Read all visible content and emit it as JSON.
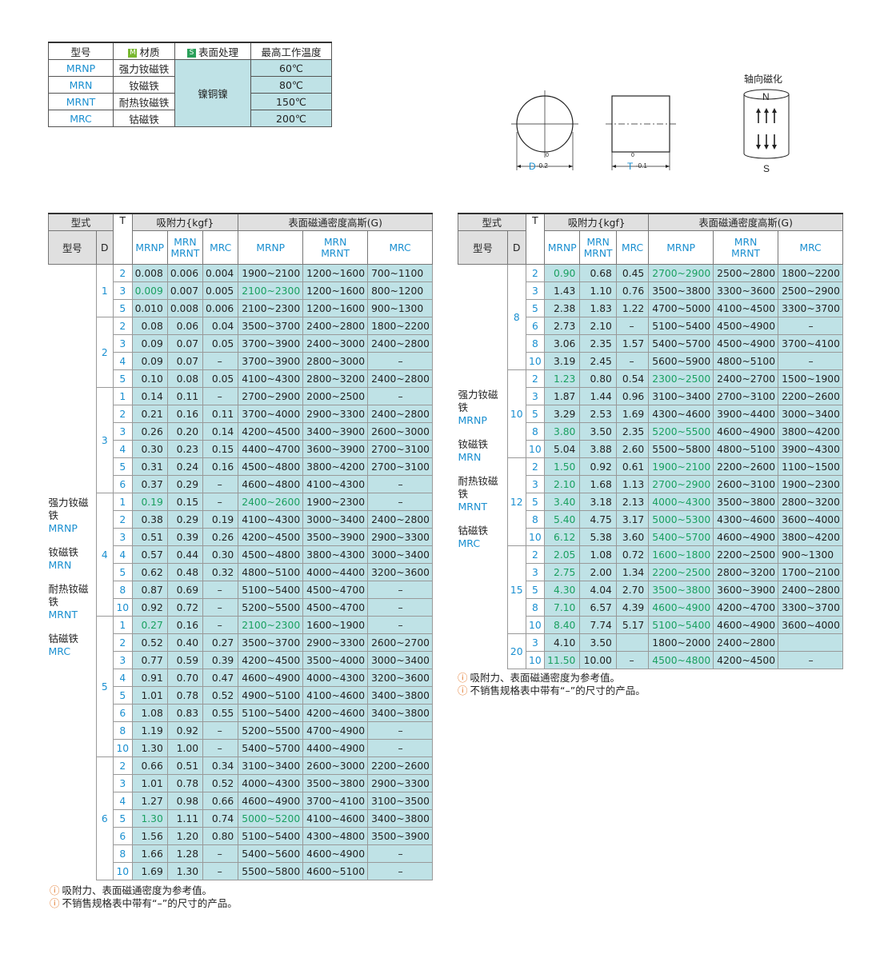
{
  "material_table": {
    "headers": {
      "model": "型号",
      "material_badge": "M",
      "material": "材质",
      "surface_badge": "S",
      "surface": "表面处理",
      "temp": "最高工作温度"
    },
    "rows": [
      {
        "code": "MRNP",
        "material": "强力钕磁铁",
        "temp": "60℃"
      },
      {
        "code": "MRN",
        "material": "钕磁铁",
        "temp": "80℃"
      },
      {
        "code": "MRNT",
        "material": "耐热钕磁铁",
        "temp": "150℃"
      },
      {
        "code": "MRC",
        "material": "钴磁铁",
        "temp": "200℃"
      }
    ],
    "surface_value": "镍铜镍"
  },
  "drawing": {
    "d_label": "D",
    "d_tol_top": "0",
    "d_tol_bottom": "-0.2",
    "t_label": "T",
    "t_tol_top": "0",
    "t_tol_bottom": "-0.1",
    "magnet_title": "轴向磁化",
    "north": "N",
    "south": "S"
  },
  "spec_headers": {
    "type": "型式",
    "model": "型号",
    "d": "D",
    "t": "T",
    "force": "吸附力{kgf}",
    "density": "表面磁通密度高斯(G)",
    "mrnp": "MRNP",
    "mrn": "MRN",
    "mrnt": "MRNT",
    "mrc": "MRC"
  },
  "material_list": [
    {
      "cn": "强力钕磁铁",
      "en": "MRNP"
    },
    {
      "cn": "钕磁铁",
      "en": "MRN"
    },
    {
      "cn": "耐热钕磁铁",
      "en": "MRNT"
    },
    {
      "cn": "钴磁铁",
      "en": "MRC"
    }
  ],
  "left_table": [
    {
      "d": "1",
      "rows": [
        [
          "2",
          "0.008",
          "0.006",
          "0.004",
          "1900~2100",
          "1200~1600",
          "700~1100",
          0
        ],
        [
          "3",
          "0.009",
          "0.007",
          "0.005",
          "2100~2300",
          "1200~1600",
          "800~1200",
          1
        ],
        [
          "5",
          "0.010",
          "0.008",
          "0.006",
          "2100~2300",
          "1200~1600",
          "900~1300",
          0
        ]
      ]
    },
    {
      "d": "2",
      "rows": [
        [
          "2",
          "0.08",
          "0.06",
          "0.04",
          "3500~3700",
          "2400~2800",
          "1800~2200",
          0
        ],
        [
          "3",
          "0.09",
          "0.07",
          "0.05",
          "3700~3900",
          "2400~3000",
          "2400~2800",
          0
        ],
        [
          "4",
          "0.09",
          "0.07",
          "–",
          "3700~3900",
          "2800~3000",
          "–",
          0
        ],
        [
          "5",
          "0.10",
          "0.08",
          "0.05",
          "4100~4300",
          "2800~3200",
          "2400~2800",
          0
        ]
      ]
    },
    {
      "d": "3",
      "rows": [
        [
          "1",
          "0.14",
          "0.11",
          "–",
          "2700~2900",
          "2000~2500",
          "–",
          0
        ],
        [
          "2",
          "0.21",
          "0.16",
          "0.11",
          "3700~4000",
          "2900~3300",
          "2400~2800",
          0
        ],
        [
          "3",
          "0.26",
          "0.20",
          "0.14",
          "4200~4500",
          "3400~3900",
          "2600~3000",
          0
        ],
        [
          "4",
          "0.30",
          "0.23",
          "0.15",
          "4400~4700",
          "3600~3900",
          "2700~3100",
          0
        ],
        [
          "5",
          "0.31",
          "0.24",
          "0.16",
          "4500~4800",
          "3800~4200",
          "2700~3100",
          0
        ],
        [
          "6",
          "0.37",
          "0.29",
          "–",
          "4600~4800",
          "4100~4300",
          "–",
          0
        ]
      ]
    },
    {
      "d": "4",
      "rows": [
        [
          "1",
          "0.19",
          "0.15",
          "–",
          "2400~2600",
          "1900~2300",
          "–",
          1
        ],
        [
          "2",
          "0.38",
          "0.29",
          "0.19",
          "4100~4300",
          "3000~3400",
          "2400~2800",
          0
        ],
        [
          "3",
          "0.51",
          "0.39",
          "0.26",
          "4200~4500",
          "3500~3900",
          "2900~3300",
          0
        ],
        [
          "4",
          "0.57",
          "0.44",
          "0.30",
          "4500~4800",
          "3800~4300",
          "3000~3400",
          0
        ],
        [
          "5",
          "0.62",
          "0.48",
          "0.32",
          "4800~5100",
          "4000~4400",
          "3200~3600",
          0
        ],
        [
          "8",
          "0.87",
          "0.69",
          "–",
          "5100~5400",
          "4500~4700",
          "–",
          0
        ],
        [
          "10",
          "0.92",
          "0.72",
          "–",
          "5200~5500",
          "4500~4700",
          "–",
          0
        ]
      ]
    },
    {
      "d": "5",
      "rows": [
        [
          "1",
          "0.27",
          "0.16",
          "–",
          "2100~2300",
          "1600~1900",
          "–",
          1
        ],
        [
          "2",
          "0.52",
          "0.40",
          "0.27",
          "3500~3700",
          "2900~3300",
          "2600~2700",
          0
        ],
        [
          "3",
          "0.77",
          "0.59",
          "0.39",
          "4200~4500",
          "3500~4000",
          "3000~3400",
          0
        ],
        [
          "4",
          "0.91",
          "0.70",
          "0.47",
          "4600~4900",
          "4000~4300",
          "3200~3600",
          0
        ],
        [
          "5",
          "1.01",
          "0.78",
          "0.52",
          "4900~5100",
          "4100~4600",
          "3400~3800",
          0
        ],
        [
          "6",
          "1.08",
          "0.83",
          "0.55",
          "5100~5400",
          "4200~4600",
          "3400~3800",
          0
        ],
        [
          "8",
          "1.19",
          "0.92",
          "–",
          "5200~5500",
          "4700~4900",
          "–",
          0
        ],
        [
          "10",
          "1.30",
          "1.00",
          "–",
          "5400~5700",
          "4400~4900",
          "–",
          0
        ]
      ]
    },
    {
      "d": "6",
      "rows": [
        [
          "2",
          "0.66",
          "0.51",
          "0.34",
          "3100~3400",
          "2600~3000",
          "2200~2600",
          0
        ],
        [
          "3",
          "1.01",
          "0.78",
          "0.52",
          "4000~4300",
          "3500~3800",
          "2900~3300",
          0
        ],
        [
          "4",
          "1.27",
          "0.98",
          "0.66",
          "4600~4900",
          "3700~4100",
          "3100~3500",
          0
        ],
        [
          "5",
          "1.30",
          "1.11",
          "0.74",
          "5000~5200",
          "4100~4600",
          "3400~3800",
          1
        ],
        [
          "6",
          "1.56",
          "1.20",
          "0.80",
          "5100~5400",
          "4300~4800",
          "3500~3900",
          0
        ],
        [
          "8",
          "1.66",
          "1.28",
          "–",
          "5400~5600",
          "4600~4900",
          "–",
          0
        ],
        [
          "10",
          "1.69",
          "1.30",
          "–",
          "5500~5800",
          "4600~5100",
          "–",
          0
        ]
      ]
    }
  ],
  "right_table": [
    {
      "d": "8",
      "rows": [
        [
          "2",
          "0.90",
          "0.68",
          "0.45",
          "2700~2900",
          "2500~2800",
          "1800~2200",
          1
        ],
        [
          "3",
          "1.43",
          "1.10",
          "0.76",
          "3500~3800",
          "3300~3600",
          "2500~2900",
          0
        ],
        [
          "5",
          "2.38",
          "1.83",
          "1.22",
          "4700~5000",
          "4100~4500",
          "3300~3700",
          0
        ],
        [
          "6",
          "2.73",
          "2.10",
          "–",
          "5100~5400",
          "4500~4900",
          "–",
          0
        ],
        [
          "8",
          "3.06",
          "2.35",
          "1.57",
          "5400~5700",
          "4500~4900",
          "3700~4100",
          0
        ],
        [
          "10",
          "3.19",
          "2.45",
          "–",
          "5600~5900",
          "4800~5100",
          "–",
          0
        ]
      ]
    },
    {
      "d": "10",
      "rows": [
        [
          "2",
          "1.23",
          "0.80",
          "0.54",
          "2300~2500",
          "2400~2700",
          "1500~1900",
          1
        ],
        [
          "3",
          "1.87",
          "1.44",
          "0.96",
          "3100~3400",
          "2700~3100",
          "2200~2600",
          0
        ],
        [
          "5",
          "3.29",
          "2.53",
          "1.69",
          "4300~4600",
          "3900~4400",
          "3000~3400",
          0
        ],
        [
          "8",
          "3.80",
          "3.50",
          "2.35",
          "5200~5500",
          "4600~4900",
          "3800~4200",
          1
        ],
        [
          "10",
          "5.04",
          "3.88",
          "2.60",
          "5500~5800",
          "4800~5100",
          "3900~4300",
          0
        ]
      ]
    },
    {
      "d": "12",
      "rows": [
        [
          "2",
          "1.50",
          "0.92",
          "0.61",
          "1900~2100",
          "2200~2600",
          "1100~1500",
          1
        ],
        [
          "3",
          "2.10",
          "1.68",
          "1.13",
          "2700~2900",
          "2600~3100",
          "1900~2300",
          1
        ],
        [
          "5",
          "3.40",
          "3.18",
          "2.13",
          "4000~4300",
          "3500~3800",
          "2800~3200",
          1
        ],
        [
          "8",
          "5.40",
          "4.75",
          "3.17",
          "5000~5300",
          "4300~4600",
          "3600~4000",
          1
        ],
        [
          "10",
          "6.12",
          "5.38",
          "3.60",
          "5400~5700",
          "4600~4900",
          "3800~4200",
          1
        ]
      ]
    },
    {
      "d": "15",
      "rows": [
        [
          "2",
          "2.05",
          "1.08",
          "0.72",
          "1600~1800",
          "2200~2500",
          "900~1300",
          1
        ],
        [
          "3",
          "2.75",
          "2.00",
          "1.34",
          "2200~2500",
          "2800~3200",
          "1700~2100",
          1
        ],
        [
          "5",
          "4.30",
          "4.04",
          "2.70",
          "3500~3800",
          "3600~3900",
          "2400~2800",
          1
        ],
        [
          "8",
          "7.10",
          "6.57",
          "4.39",
          "4600~4900",
          "4200~4700",
          "3300~3700",
          1
        ],
        [
          "10",
          "8.40",
          "7.74",
          "5.17",
          "5100~5400",
          "4600~4900",
          "3600~4000",
          1
        ]
      ]
    },
    {
      "d": "20",
      "rows": [
        [
          "3",
          "4.10",
          "3.50",
          "",
          "1800~2000",
          "2400~2800",
          "",
          0
        ],
        [
          "10",
          "11.50",
          "10.00",
          "–",
          "4500~4800",
          "4200~4500",
          "–",
          1
        ]
      ]
    }
  ],
  "notes": [
    "吸附力、表面磁通密度为参考值。",
    "不销售规格表中带有“–”的尺寸的产品。"
  ],
  "colors": {
    "cell_bg": "#bfe2e6",
    "accent_blue": "#1a8fd0",
    "accent_green": "#1aa060"
  }
}
